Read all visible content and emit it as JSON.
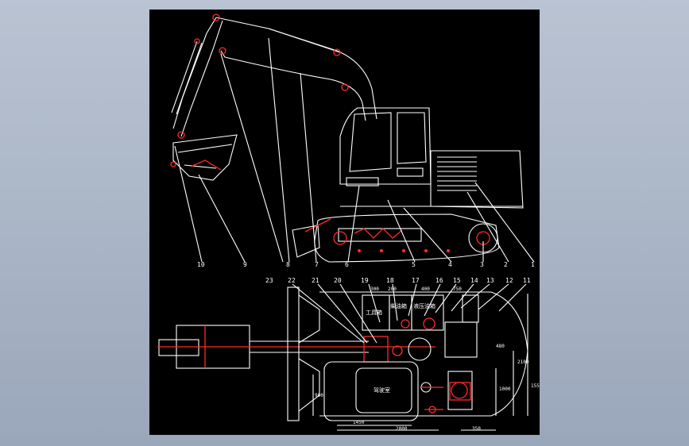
{
  "part_labels": {
    "p1": "1",
    "p2": "2",
    "p3": "3",
    "p4": "4",
    "p5": "5",
    "p6": "6",
    "p7": "7",
    "p8": "8",
    "p9": "9",
    "p10": "10",
    "p11": "11",
    "p12": "12",
    "p13": "13",
    "p14": "14",
    "p15": "15",
    "p16": "16",
    "p17": "17",
    "p18": "18",
    "p19": "19",
    "p20": "20",
    "p21": "21",
    "p22": "22",
    "p23": "23"
  },
  "dimensions": {
    "d300": "300",
    "d200": "200",
    "d400": "400",
    "d750": "750",
    "d480": "480",
    "d2100": "2100",
    "d1550": "1550",
    "d1000": "1000",
    "d900": "900",
    "d1450": "1450",
    "d2000": "2000",
    "d350": "350"
  },
  "chinese_labels": {
    "work_box": "工具箱",
    "fuel_tank": "柴油箱",
    "hydraulic_tank": "液压油箱",
    "cab": "驾驶室"
  },
  "colors": {
    "background": "#000000",
    "lines": "#ffffff",
    "highlight": "#ff2a2a"
  }
}
